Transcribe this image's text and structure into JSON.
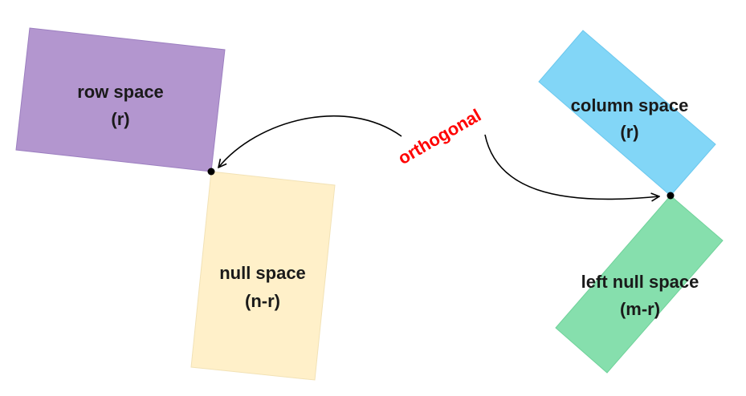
{
  "colors": {
    "row_space": "#b396cf",
    "null_space": "#fff0c9",
    "column_space": "#82d6f7",
    "left_null_space": "#86dfad",
    "orthogonal_text": "#ff0000",
    "arrow": "#000000"
  },
  "row_space": {
    "title": "row space",
    "dim": "(r)"
  },
  "null_space": {
    "title": "null space",
    "dim": "(n-r)"
  },
  "column_space": {
    "title": "column space",
    "dim": "(r)"
  },
  "left_null_space": {
    "title": "left null space",
    "dim": "(m-r)"
  },
  "relation_label": "orthogonal"
}
